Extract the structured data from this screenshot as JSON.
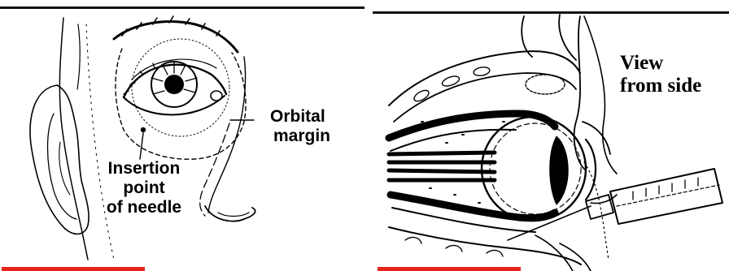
{
  "colors": {
    "accent_bar": "#e8231d",
    "ink": "#000000",
    "frame": "#111111"
  },
  "front_view": {
    "label_orbital_line1": "Orbital",
    "label_orbital_line2": "margin",
    "label_insertion_line1": "Insertion",
    "label_insertion_line2": "point",
    "label_insertion_line3": "of needle"
  },
  "side_view": {
    "label_line1": "View",
    "label_line2": "from side"
  }
}
